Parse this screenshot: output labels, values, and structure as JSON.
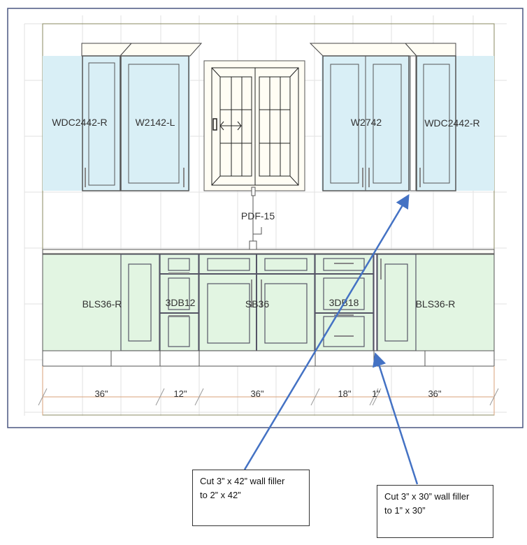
{
  "colors": {
    "upper": "#d9eff6",
    "base": "#e2f5e2",
    "arrow": "#4472c4",
    "frame": "#4a5680",
    "dimension": "#d9a27a"
  },
  "upper_cabinets": [
    {
      "label": "WDC2442-R"
    },
    {
      "label": "W2142-L"
    },
    {
      "label": "W2742"
    },
    {
      "label": "WDC2442-R"
    }
  ],
  "faucet_label": "PDF-15",
  "base_cabinets": [
    {
      "label": "BLS36-R"
    },
    {
      "label": "3DB12"
    },
    {
      "label": "SB36"
    },
    {
      "label": "3DB18"
    },
    {
      "label": "BLS36-R"
    }
  ],
  "dimensions": [
    "36\"",
    "12\"",
    "36\"",
    "18\"",
    "1\"",
    "36\""
  ],
  "callouts": [
    {
      "lines": [
        "Cut 3” x 42” wall filler",
        "to 2” x 42”"
      ]
    },
    {
      "lines": [
        "Cut 3” x 30” wall filler",
        "to 1” x 30”"
      ]
    }
  ]
}
